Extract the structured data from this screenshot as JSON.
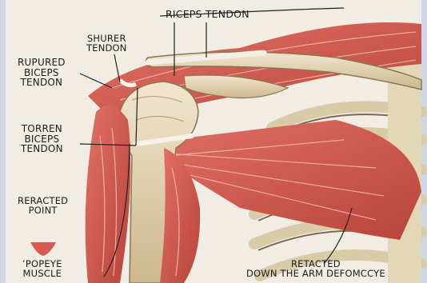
{
  "labels": {
    "biceps_tendon": "RICEPS TENDON",
    "shorter_tendon": [
      "SHURER",
      "TENDON"
    ],
    "ruptured": [
      "RUPURED",
      "BICEPS",
      "TENDON"
    ],
    "torn": [
      "TORREN",
      "BICEPS",
      "TENDON"
    ],
    "retracted_point": [
      "RERACTED",
      "POINT"
    ],
    "popeye": [
      "’POPEYE",
      "MUSCLE"
    ],
    "retracted_down": [
      "RETACTED",
      "DOWN THE ARM DEFOMCCYE"
    ]
  },
  "colors": {
    "background": "#f1ede4",
    "muscle": "#d85a4e",
    "muscle_dark": "#a8352f",
    "tendon": "#f3efe4",
    "bone": "#e9dcc0",
    "bone_shadow": "#c9b58d"
  }
}
